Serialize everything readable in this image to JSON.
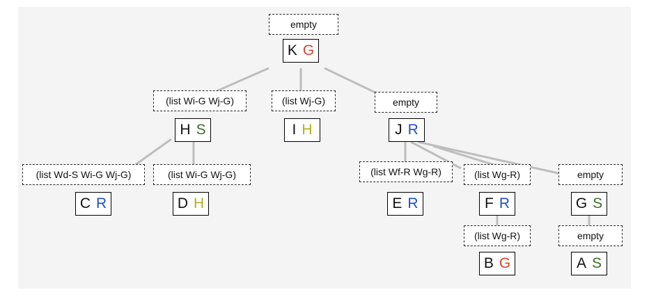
{
  "colors": {
    "R": "#1f4fd1",
    "G": "#d9442f",
    "S": "#3f6d2a",
    "H": "#b5ae1f"
  },
  "nodes": {
    "K": {
      "letter": "K",
      "label": "G",
      "tag": "empty"
    },
    "H": {
      "letter": "H",
      "label": "S",
      "tag": "(list Wi-G Wj-G)"
    },
    "I": {
      "letter": "I",
      "label": "H",
      "tag": "(list Wj-G)"
    },
    "J": {
      "letter": "J",
      "label": "R",
      "tag": "empty"
    },
    "C": {
      "letter": "C",
      "label": "R",
      "tag": "(list Wd-S Wi-G Wj-G)"
    },
    "D": {
      "letter": "D",
      "label": "H",
      "tag": "(list Wi-G Wj-G)"
    },
    "E": {
      "letter": "E",
      "label": "R",
      "tag": "(list Wf-R Wg-R)"
    },
    "F": {
      "letter": "F",
      "label": "R",
      "tag": "(list Wg-R)"
    },
    "G": {
      "letter": "G",
      "label": "S",
      "tag": "empty"
    },
    "B": {
      "letter": "B",
      "label": "G",
      "tag": "(list Wg-R)"
    },
    "A": {
      "letter": "A",
      "label": "S",
      "tag": "empty"
    }
  },
  "edges": [
    [
      "K",
      "H"
    ],
    [
      "K",
      "I"
    ],
    [
      "K",
      "J"
    ],
    [
      "H",
      "C"
    ],
    [
      "H",
      "D"
    ],
    [
      "J",
      "E"
    ],
    [
      "J",
      "F"
    ],
    [
      "J",
      "G"
    ],
    [
      "F",
      "B"
    ],
    [
      "G",
      "A"
    ]
  ]
}
